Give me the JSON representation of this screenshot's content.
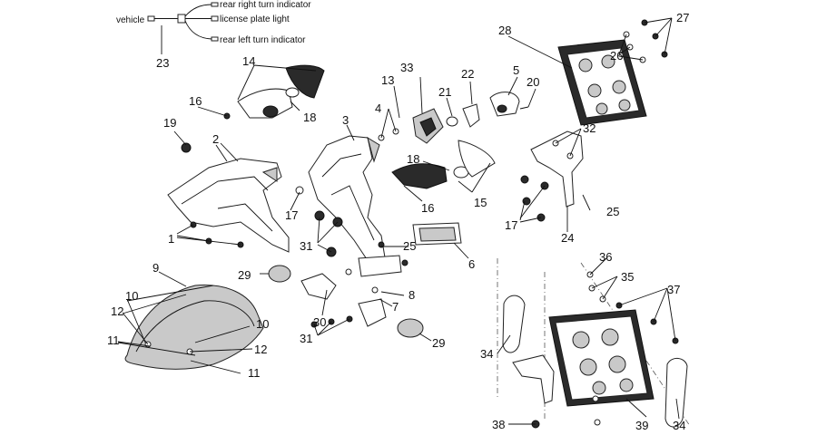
{
  "wiring": {
    "source": "vehicle",
    "outputs": [
      "rear right turn indicator",
      "license plate light",
      "rear left turn indicator"
    ]
  },
  "callouts": {
    "n1": "1",
    "n2": "2",
    "n3": "3",
    "n4": "4",
    "n5": "5",
    "n6": "6",
    "n7": "7",
    "n8": "8",
    "n9": "9",
    "n10a": "10",
    "n10b": "10",
    "n11a": "11",
    "n11b": "11",
    "n12a": "12",
    "n12b": "12",
    "n13": "13",
    "n14": "14",
    "n15": "15",
    "n16a": "16",
    "n16b": "16",
    "n17a": "17",
    "n17b": "17",
    "n18a": "18",
    "n18b": "18",
    "n19": "19",
    "n20": "20",
    "n21": "21",
    "n22": "22",
    "n23": "23",
    "n24": "24",
    "n25a": "25",
    "n25b": "25",
    "n26": "26",
    "n27": "27",
    "n28": "28",
    "n29a": "29",
    "n29b": "29",
    "n30": "30",
    "n31a": "31",
    "n31b": "31",
    "n32": "32",
    "n33": "33",
    "n34a": "34",
    "n34b": "34",
    "n35": "35",
    "n36": "36",
    "n37": "37",
    "n38": "38",
    "n39": "39"
  }
}
